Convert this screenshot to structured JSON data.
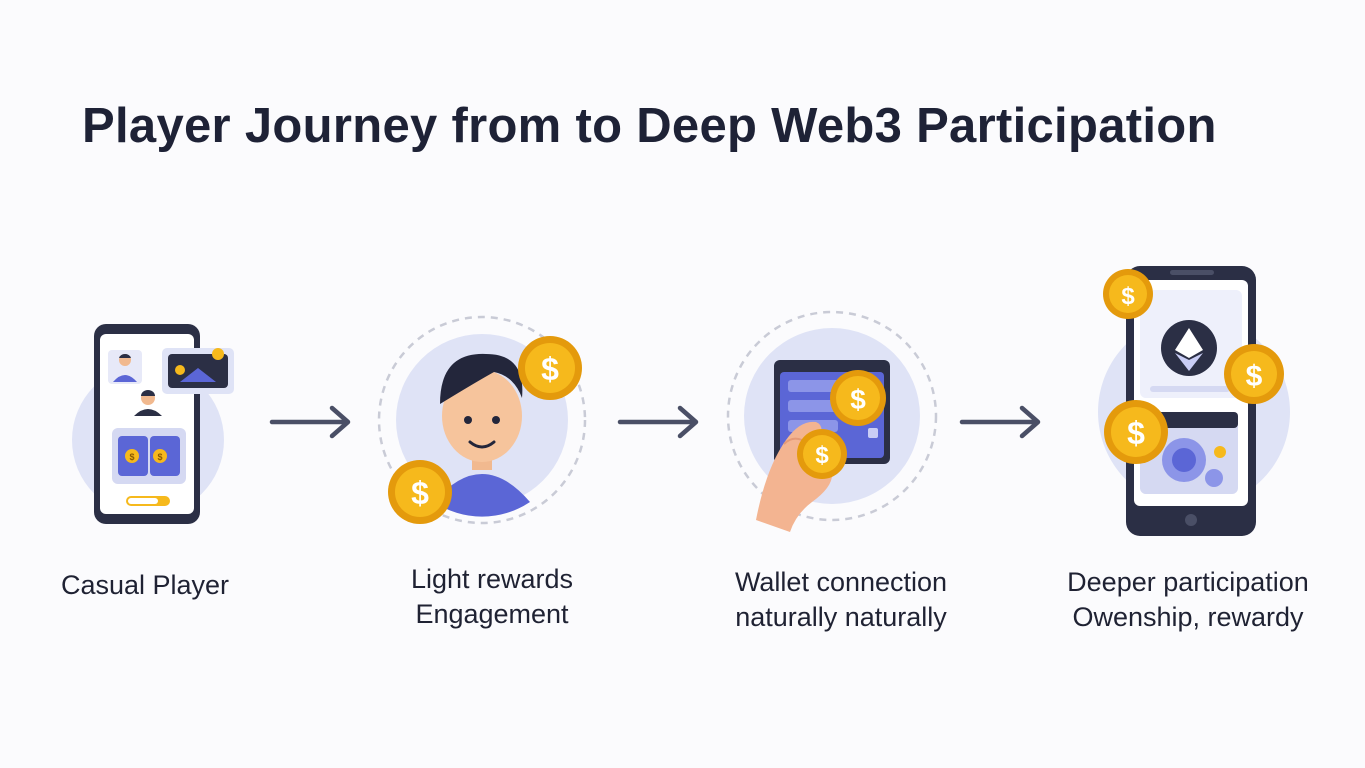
{
  "title": "Player Journey from to Deep Web3 Participation",
  "steps": [
    {
      "line1": "Casual Player",
      "line2": ""
    },
    {
      "line1": "Light rewards",
      "line2": "Engagement"
    },
    {
      "line1": "Wallet connection",
      "line2": "naturally naturally"
    },
    {
      "line1": "Deeper participation",
      "line2": "Owenship, rewardy"
    }
  ],
  "coin_symbol": "$",
  "colors": {
    "title": "#1e2236",
    "accent": "#5b66d6",
    "soft_circle": "#dfe3f6",
    "coin": "#f6b91c",
    "coin_dark": "#e49a0c",
    "device": "#2b2f45",
    "arrow": "#4a4f66"
  },
  "icons": [
    "phone-game-icon",
    "player-avatar-icon",
    "wallet-card-icon",
    "ethereum-phone-icon",
    "arrow-right-icon",
    "coin-icon"
  ]
}
